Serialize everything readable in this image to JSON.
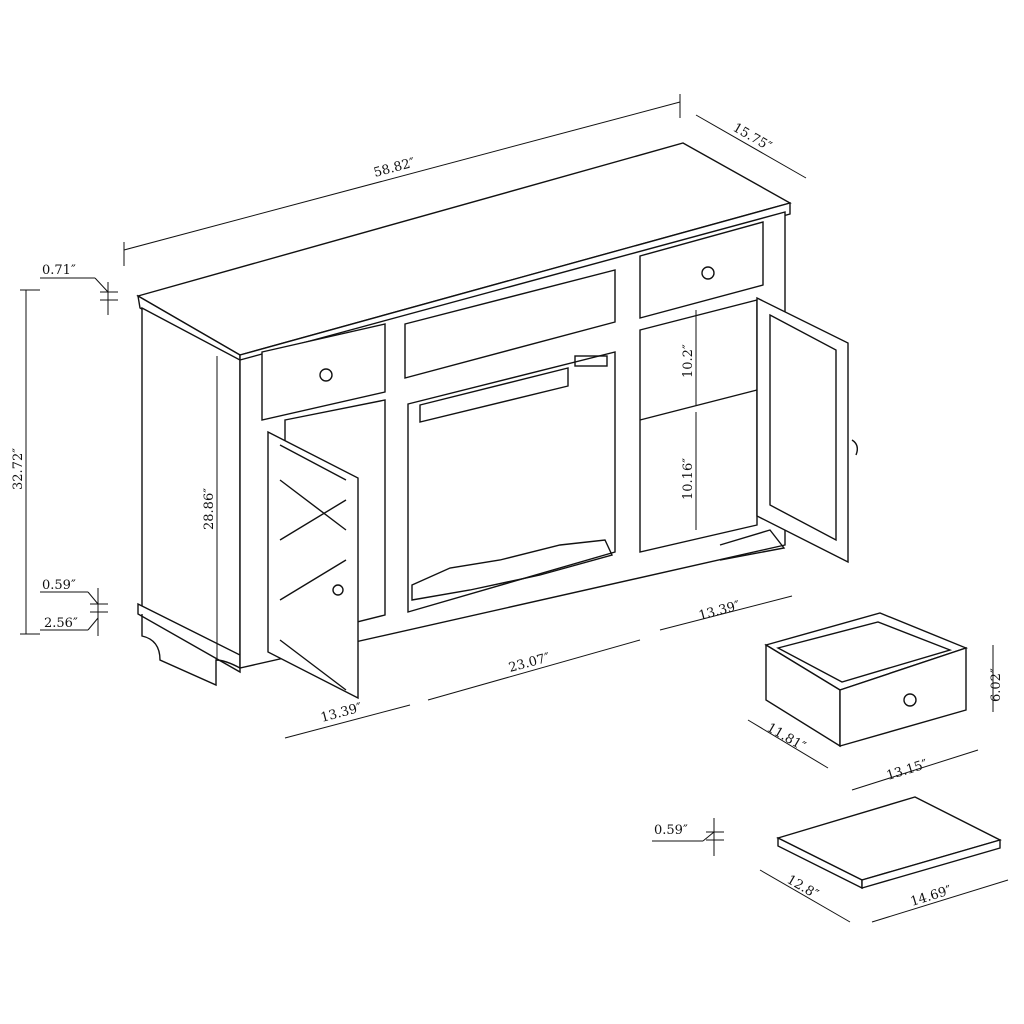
{
  "dimensions": {
    "overall_width": "58.82″",
    "overall_depth": "15.75″",
    "top_thickness": "0.71″",
    "overall_height": "32.72″",
    "inner_height": "28.86″",
    "base_trim": "0.59″",
    "base_height": "2.56″",
    "upper_shelf": "10.2″",
    "lower_shelf": "10.16″",
    "left_cabinet_width": "13.39″",
    "center_width": "23.07″",
    "right_cabinet_width": "13.39″",
    "drawer_height": "6.02″",
    "drawer_depth": "11.81″",
    "drawer_width": "13.15″",
    "shelf_thickness": "0.59″",
    "shelf_depth": "12.8″",
    "shelf_width": "14.69″"
  }
}
